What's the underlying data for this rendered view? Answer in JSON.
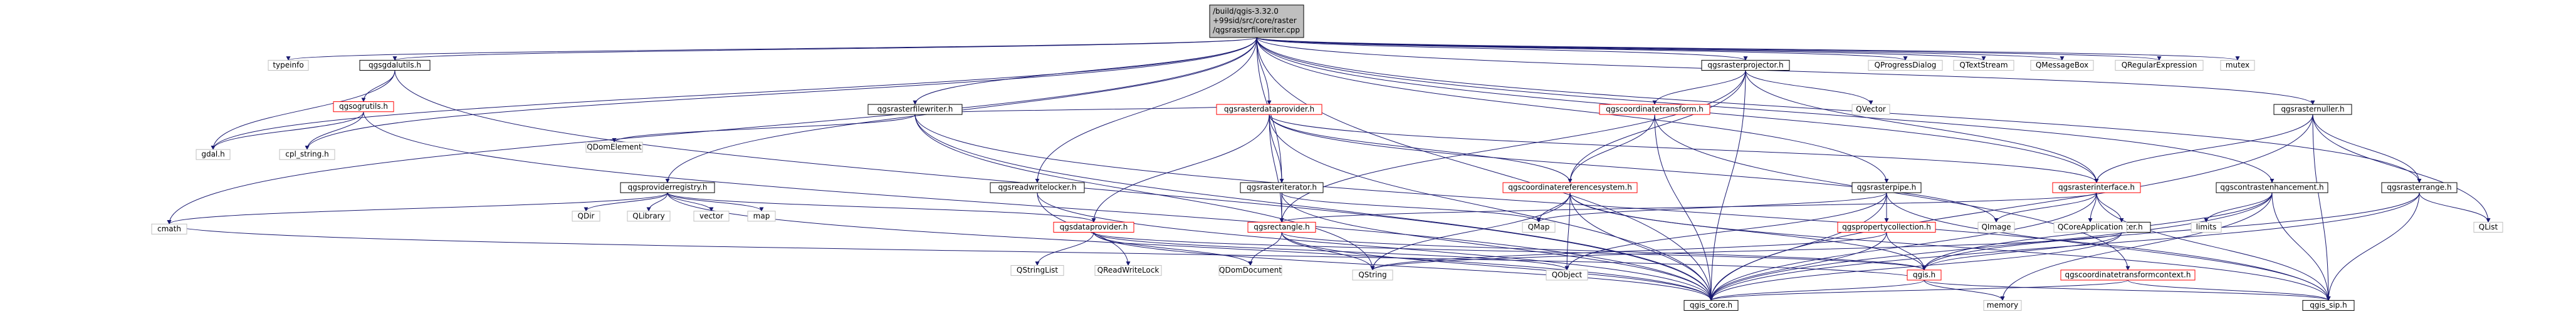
{
  "root_title_lines": [
    "/build/qgis-3.32.0",
    "+99sid/src/core/raster",
    "/qgsrasterfilewriter.cpp"
  ],
  "colors": {
    "edge": "#191970",
    "border_black": "#000000",
    "border_red": "#ff0000",
    "border_gray": "#bfbfbf",
    "root_fill": "#bfbfbf",
    "node_fill": "#ffffff"
  },
  "node_labels": {
    "typeinfo": "typeinfo",
    "qgsgdalutils_h": "qgsgdalutils.h",
    "qgsogrutils_h": "qgsogrutils.h",
    "gdal_h": "gdal.h",
    "cpl_string_h": "cpl_string.h",
    "cmath": "cmath",
    "qgsrasterfilewriter_h": "qgsrasterfilewriter.h",
    "qgsproviderregistry_h": "qgsproviderregistry.h",
    "qdomelement": "QDomElement",
    "qdir": "QDir",
    "qlibrary": "QLibrary",
    "vector": "vector",
    "map": "map",
    "qgsrasterdataprovider_h": "qgsrasterdataprovider.h",
    "qgsreadwritelocker_h": "qgsreadwritelocker.h",
    "qgsdataprovider_h": "qgsdataprovider.h",
    "qstringlist": "QStringList",
    "qreadwritelock": "QReadWriteLock",
    "qgsrasteriterator_h": "qgsrasteriterator.h",
    "qgsrectangle_h": "qgsrectangle.h",
    "qdomdocument": "QDomDocument",
    "qstring": "QString",
    "qobject": "QObject",
    "qgis_core_h": "qgis_core.h",
    "qgsrasterprojector_h": "qgsrasterprojector.h",
    "qgscoordinatetransform_h": "qgscoordinatetransform.h",
    "qgscoordinatereferencesystem_h": "qgscoordinatereferencesystem.h",
    "qvector": "QVector",
    "qmap": "QMap",
    "qgsrasterpipe_h": "qgsrasterpipe.h",
    "qgspropertycollection_h": "qgspropertycollection.h",
    "qimage": "QImage",
    "qgsrasterinterface_h": "qgsrasterinterface.h",
    "qgsraster_h": "qgsraster.h",
    "qgis_h": "qgis.h",
    "memory": "memory",
    "qgscoordinatetransformcontext_h": "qgscoordinatetransformcontext.h",
    "qgis_sip_h": "qgis_sip.h",
    "qgscontrastenhancement_h": "qgscontrastenhancement.h",
    "limits": "limits",
    "qcoreapplication": "QCoreApplication",
    "qgsrasternuller_h": "qgsrasternuller.h",
    "qgsrasterrange_h": "qgsrasterrange.h",
    "qlist": "QList",
    "qprogressdialog": "QProgressDialog",
    "qtextstream": "QTextStream",
    "qmessagebox": "QMessageBox",
    "qregularexpression": "QRegularExpression",
    "mutex": "mutex"
  }
}
